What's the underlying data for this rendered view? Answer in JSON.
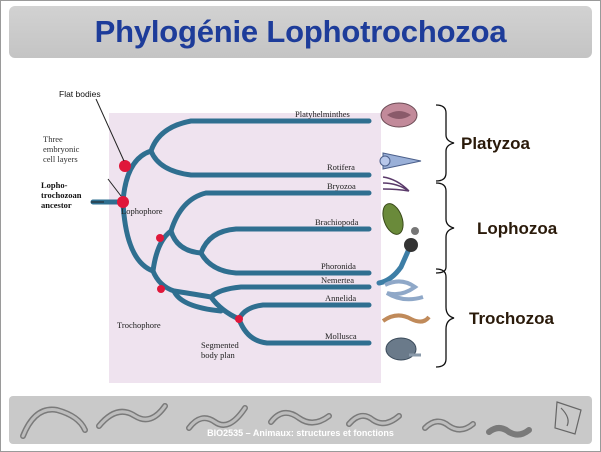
{
  "slide": {
    "title": "Phylogénie Lophotrochozoa",
    "footer": "BIO2535 – Animaux: structures et fonctions"
  },
  "tree": {
    "ancestor_label_line1": "Lopho-",
    "ancestor_label_line2": "trochozoan",
    "ancestor_label_line3": "ancestor",
    "note_line1": "Three",
    "note_line2": "embryonic",
    "note_line3": "cell layers",
    "flat_bodies": "Flat bodies",
    "lophophore": "Lophophore",
    "trochophore": "Trochophore",
    "segmented_line1": "Segmented",
    "segmented_line2": "body plan",
    "taxa": [
      "Platyhelminthes",
      "Rotifera",
      "Bryozoa",
      "Brachiopoda",
      "Phoronida",
      "Nemertea",
      "Annelida",
      "Mollusca"
    ]
  },
  "groups": [
    "Platyzoa",
    "Lophozoa",
    "Trochozoa"
  ],
  "colors": {
    "title": "#1d3c9a",
    "branch": "#2f6f90",
    "background_panel": "#efe3ef",
    "node": "#e0173a"
  }
}
